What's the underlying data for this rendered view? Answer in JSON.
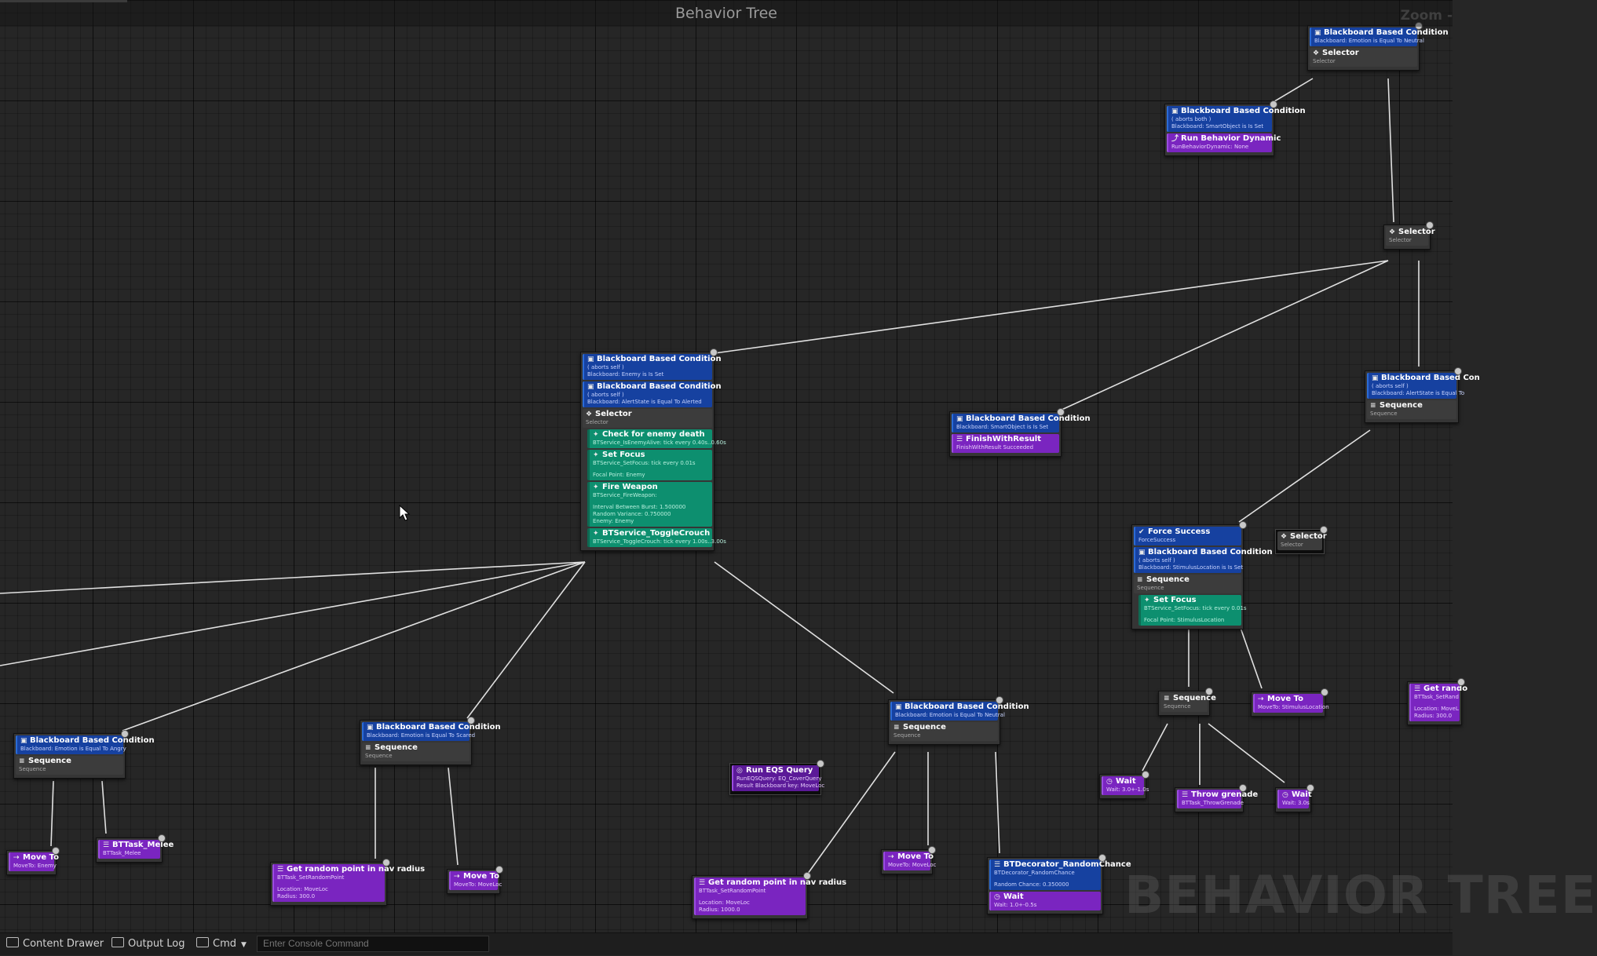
{
  "window": {
    "title": "Behavior Tree",
    "zoom_label": "Zoom -"
  },
  "watermark": "BEHAVIOR TREE",
  "colors": {
    "decorator": "#1641a0",
    "composite": "#3c3c3c",
    "service": "#0d8f6f",
    "task": "#7a25c0",
    "wire": "#e0e0e0"
  },
  "nodes": {
    "top_selector": {
      "sections": [
        {
          "kind": "decorator",
          "icon": "blackboard-icon",
          "title": "Blackboard Based Condition",
          "lines": [
            "Blackboard: Emotion is Equal To Neutral"
          ]
        },
        {
          "kind": "composite",
          "icon": "selector-icon",
          "title": "Selector",
          "lines": [
            "Selector"
          ]
        }
      ]
    },
    "run_behavior": {
      "sections": [
        {
          "kind": "decorator",
          "icon": "blackboard-icon",
          "title": "Blackboard Based Condition",
          "lines": [
            "( aborts both )",
            "Blackboard: SmartObject is Is Set"
          ]
        },
        {
          "kind": "task",
          "icon": "run-behavior-icon",
          "title": "Run Behavior Dynamic",
          "lines": [
            "RunBehaviorDynamic: None"
          ]
        }
      ]
    },
    "right_selector": {
      "sections": [
        {
          "kind": "composite",
          "icon": "selector-icon",
          "title": "Selector",
          "lines": [
            "Selector"
          ]
        }
      ]
    },
    "combat_node": {
      "sections": [
        {
          "kind": "decorator",
          "icon": "blackboard-icon",
          "title": "Blackboard Based Condition",
          "lines": [
            "( aborts self )",
            "Blackboard: Enemy is Is Set"
          ]
        },
        {
          "kind": "decorator",
          "icon": "blackboard-icon",
          "title": "Blackboard Based Condition",
          "lines": [
            "( aborts self )",
            "Blackboard: AlertState is Equal To Alerted"
          ]
        },
        {
          "kind": "composite",
          "icon": "selector-icon",
          "title": "Selector",
          "lines": [
            "Selector"
          ]
        },
        {
          "kind": "service",
          "icon": "service-icon",
          "title": "Check for enemy death",
          "lines": [
            "BTService_IsEnemyAlive: tick every 0.40s..0.60s"
          ]
        },
        {
          "kind": "service",
          "icon": "service-icon",
          "title": "Set Focus",
          "lines": [
            "BTService_SetFocus: tick every 0.01s",
            "",
            "Focal Point: Enemy"
          ]
        },
        {
          "kind": "service",
          "icon": "service-icon",
          "title": "Fire Weapon",
          "lines": [
            "BTService_FireWeapon:",
            "",
            "Interval Between Burst: 1.500000",
            "Random Variance: 0.750000",
            "Enemy: Enemy"
          ]
        },
        {
          "kind": "service",
          "icon": "service-icon",
          "title": "BTService_ToggleCrouch",
          "lines": [
            "BTService_ToggleCrouch: tick every 1.00s..3.00s"
          ]
        }
      ]
    },
    "finish_result": {
      "sections": [
        {
          "kind": "decorator",
          "icon": "blackboard-icon",
          "title": "Blackboard Based Condition",
          "lines": [
            "Blackboard: SmartObject is Is Set"
          ]
        },
        {
          "kind": "task",
          "icon": "task-icon",
          "title": "FinishWithResult",
          "lines": [
            "FinishWithResult Succeeded"
          ]
        }
      ]
    },
    "alert_sequence": {
      "sections": [
        {
          "kind": "decorator",
          "icon": "blackboard-icon",
          "title": "Blackboard Based Con",
          "lines": [
            "( aborts self )",
            "Blackboard: AlertState is Equal To"
          ]
        },
        {
          "kind": "composite",
          "icon": "sequence-icon",
          "title": "Sequence",
          "lines": [
            "Sequence"
          ]
        }
      ]
    },
    "force_success": {
      "sections": [
        {
          "kind": "decorator",
          "icon": "force-success-icon",
          "title": "Force Success",
          "lines": [
            "ForceSuccess"
          ]
        },
        {
          "kind": "decorator",
          "icon": "blackboard-icon",
          "title": "Blackboard Based Condition",
          "lines": [
            "( aborts self )",
            "Blackboard: StimulusLocation is Is Set"
          ]
        },
        {
          "kind": "composite",
          "icon": "sequence-icon",
          "title": "Sequence",
          "lines": [
            "Sequence"
          ]
        },
        {
          "kind": "service",
          "icon": "service-icon",
          "title": "Set Focus",
          "lines": [
            "BTService_SetFocus: tick every 0.01s",
            "",
            "Focal Point: StimulusLocation"
          ]
        }
      ]
    },
    "orphan_selector": {
      "sections": [
        {
          "kind": "composite",
          "icon": "selector-icon",
          "title": "Selector",
          "lines": [
            "Selector"
          ]
        }
      ]
    },
    "angry_sequence": {
      "sections": [
        {
          "kind": "decorator",
          "icon": "blackboard-icon",
          "title": "Blackboard Based Condition",
          "lines": [
            "Blackboard: Emotion is Equal To Angry"
          ]
        },
        {
          "kind": "composite",
          "icon": "sequence-icon",
          "title": "Sequence",
          "lines": [
            "Sequence"
          ]
        }
      ]
    },
    "scared_sequence": {
      "sections": [
        {
          "kind": "decorator",
          "icon": "blackboard-icon",
          "title": "Blackboard Based Condition",
          "lines": [
            "Blackboard: Emotion is Equal To Scared"
          ]
        },
        {
          "kind": "composite",
          "icon": "sequence-icon",
          "title": "Sequence",
          "lines": [
            "Sequence"
          ]
        }
      ]
    },
    "neutral_sequence": {
      "sections": [
        {
          "kind": "decorator",
          "icon": "blackboard-icon",
          "title": "Blackboard Based Condition",
          "lines": [
            "Blackboard: Emotion is Equal To Neutral"
          ]
        },
        {
          "kind": "composite",
          "icon": "sequence-icon",
          "title": "Sequence",
          "lines": [
            "Sequence"
          ]
        }
      ]
    },
    "eqs_query": {
      "sections": [
        {
          "kind": "task",
          "icon": "eqs-icon",
          "title": "Run EQS Query",
          "lines": [
            "RunEQSQuery: EQ_CoverQuery",
            "Result Blackboard key: MoveLoc"
          ]
        }
      ]
    },
    "move_to_enemy": {
      "sections": [
        {
          "kind": "task",
          "icon": "move-to-icon",
          "title": "Move To",
          "lines": [
            "MoveTo: Enemy"
          ]
        }
      ]
    },
    "bttask_melee": {
      "sections": [
        {
          "kind": "task",
          "icon": "task-icon",
          "title": "BTTask_Melee",
          "lines": [
            "BTTask_Melee"
          ]
        }
      ]
    },
    "random_point_1": {
      "sections": [
        {
          "kind": "task",
          "icon": "task-icon",
          "title": "Get random point in nav radius",
          "lines": [
            "BTTask_SetRandomPoint",
            "",
            "Location: MoveLoc",
            "Radius: 300.0"
          ]
        }
      ]
    },
    "move_to_loc_1": {
      "sections": [
        {
          "kind": "task",
          "icon": "move-to-icon",
          "title": "Move To",
          "lines": [
            "MoveTo: MoveLoc"
          ]
        }
      ]
    },
    "random_point_2": {
      "sections": [
        {
          "kind": "task",
          "icon": "task-icon",
          "title": "Get random point in nav radius",
          "lines": [
            "BTTask_SetRandomPoint",
            "",
            "Location: MoveLoc",
            "Radius: 1000.0"
          ]
        }
      ]
    },
    "move_to_loc_2": {
      "sections": [
        {
          "kind": "task",
          "icon": "move-to-icon",
          "title": "Move To",
          "lines": [
            "MoveTo: MoveLoc"
          ]
        }
      ]
    },
    "random_chance": {
      "sections": [
        {
          "kind": "decorator",
          "icon": "task-icon",
          "title": "BTDecorator_RandomChance",
          "lines": [
            "BTDecorator_RandomChance",
            "",
            "Random Chance: 0.350000"
          ]
        },
        {
          "kind": "task",
          "icon": "wait-icon",
          "title": "Wait",
          "lines": [
            "Wait: 1.0+-0.5s"
          ]
        }
      ]
    },
    "stimulus_sequence": {
      "sections": [
        {
          "kind": "composite",
          "icon": "sequence-icon",
          "title": "Sequence",
          "lines": [
            "Sequence"
          ]
        }
      ]
    },
    "move_to_stimulus": {
      "sections": [
        {
          "kind": "task",
          "icon": "move-to-icon",
          "title": "Move To",
          "lines": [
            "MoveTo: StimulusLocation"
          ]
        }
      ]
    },
    "wait_a": {
      "sections": [
        {
          "kind": "task",
          "icon": "wait-icon",
          "title": "Wait",
          "lines": [
            "Wait: 3.0+-1.0s"
          ]
        }
      ]
    },
    "throw_grenade": {
      "sections": [
        {
          "kind": "task",
          "icon": "task-icon",
          "title": "Throw grenade",
          "lines": [
            "BTTask_ThrowGrenade"
          ]
        }
      ]
    },
    "wait_b": {
      "sections": [
        {
          "kind": "task",
          "icon": "wait-icon",
          "title": "Wait",
          "lines": [
            "Wait: 3.0s"
          ]
        }
      ]
    },
    "partial_random": {
      "sections": [
        {
          "kind": "task",
          "icon": "task-icon",
          "title": "Get rando",
          "lines": [
            "BTTask_SetRand",
            "",
            "Location: MoveL",
            "Radius: 300.0"
          ]
        }
      ]
    }
  },
  "bottom_bar": {
    "content_drawer": "Content Drawer",
    "output_log": "Output Log",
    "cmd": "Cmd",
    "console_placeholder": "Enter Console Command"
  }
}
